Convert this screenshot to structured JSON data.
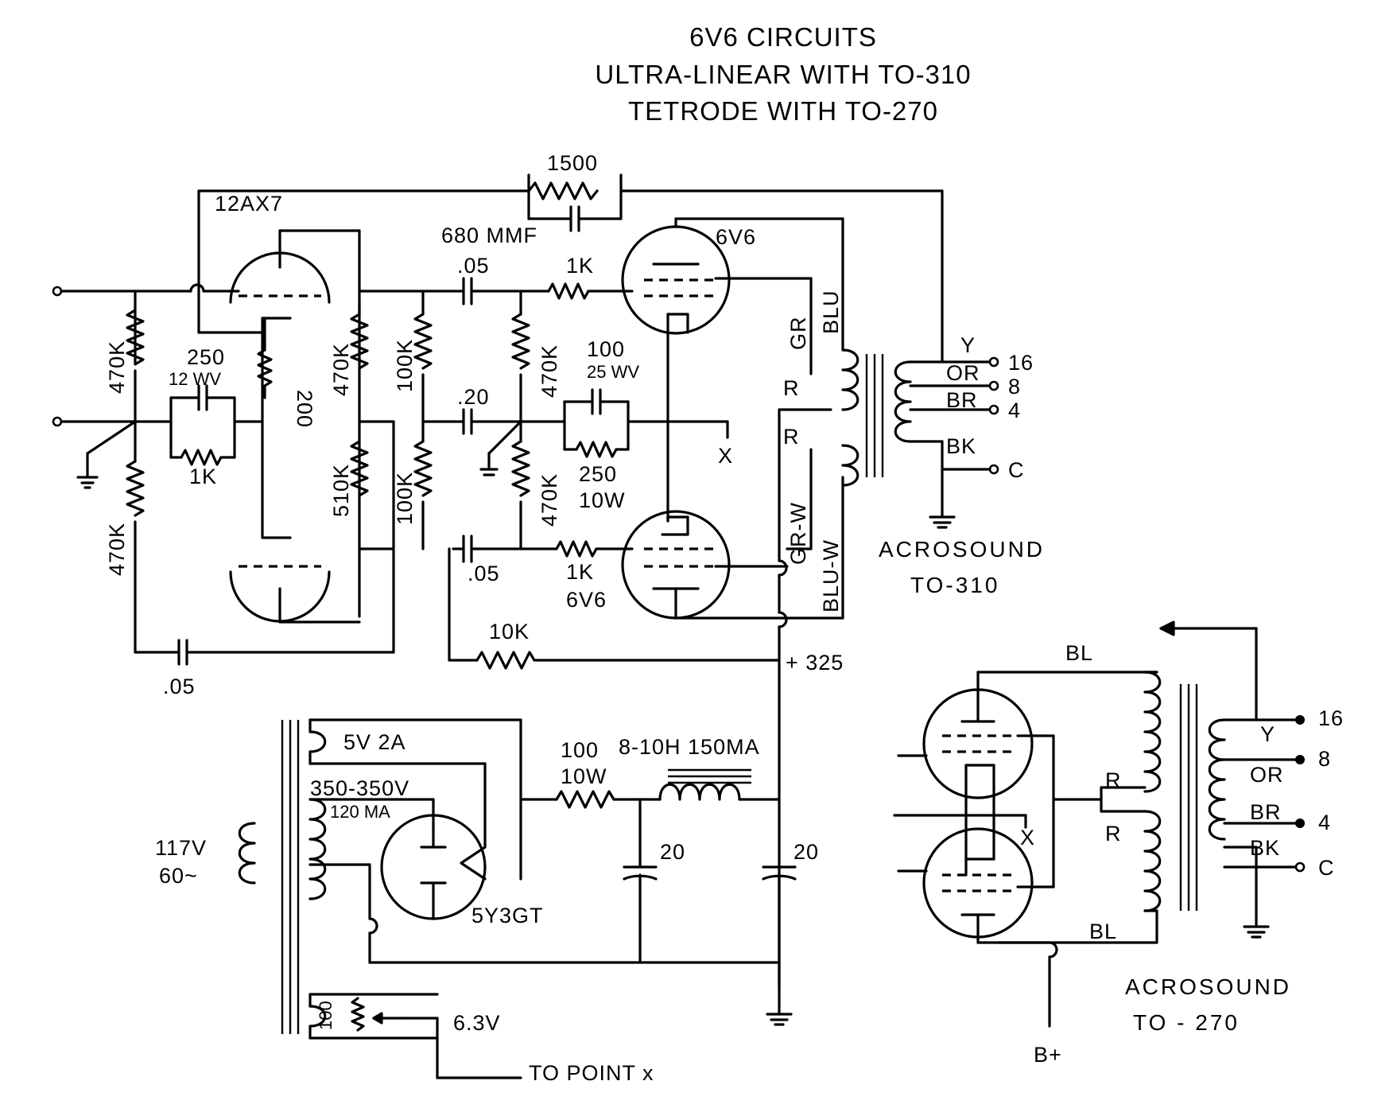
{
  "title": {
    "line1": "6V6 CIRCUITS",
    "line2": "ULTRA-LINEAR WITH TO-310",
    "line3": "TETRODE WITH TO-270"
  },
  "tubes": {
    "driver": "12AX7",
    "output_top": "6V6",
    "output_bottom": "6V6",
    "rectifier": "5Y3GT"
  },
  "components": {
    "fb_resistor": "1500",
    "fb_cap": "680 MMF",
    "coupling_top": ".05",
    "grid_r_top": "1K",
    "coupling_mid": ".20",
    "coupling_bottom": ".05",
    "grid_r_bottom": "1K",
    "r_470k_in_top": "470K",
    "r_470k_in_bottom": "470K",
    "r_470k_plate": "470K",
    "r_510k": "510K",
    "r_100k_top": "100K",
    "r_100k_bottom": "100K",
    "r_470k_grid_top": "470K",
    "r_470k_grid_bottom": "470K",
    "cath_cap_value": "250",
    "cath_cap_wv": "12 WV",
    "cath_r_1k": "1K",
    "cath_r_200": "200",
    "out_cap_value": "100",
    "out_cap_wv": "25 WV",
    "out_r_value": "250",
    "out_r_watts": "10W",
    "fb_10k": "10K",
    "bottom_cap": ".05",
    "b_plus": "+ 325",
    "point_x": "X",
    "psu_r_value": "100",
    "psu_r_watts": "10W",
    "choke": "8-10H 150MA",
    "filter_cap_1": "20",
    "filter_cap_2": "20"
  },
  "transformer_to310": {
    "leads": {
      "gr": "GR",
      "blu": "BLU",
      "r_top": "R",
      "r_bottom": "R",
      "gr_w": "GR-W",
      "blu_w": "BLU-W"
    },
    "taps": [
      {
        "color": "Y",
        "value": "16"
      },
      {
        "color": "OR",
        "value": "8"
      },
      {
        "color": "BR",
        "value": "4"
      },
      {
        "color": "BK",
        "value": "C"
      }
    ],
    "name_line1": "ACROSOUND",
    "name_line2": "TO-310"
  },
  "power_transformer": {
    "secondary_5v": "5V 2A",
    "secondary_hv": "350-350V",
    "secondary_hv_current": "120 MA",
    "primary_v": "117V",
    "primary_hz": "60~",
    "heater_v": "6.3V",
    "heater_pot": "100",
    "heater_note": "TO POINT x"
  },
  "transformer_to270": {
    "leads": {
      "bl_top": "BL",
      "r_top": "R",
      "r_bottom": "R",
      "bl_bottom": "BL",
      "x": "X",
      "b_plus": "B+"
    },
    "taps": [
      {
        "color": "Y",
        "value": "16"
      },
      {
        "color": "OR",
        "value": "8"
      },
      {
        "color": "BR",
        "value": "4"
      },
      {
        "color": "BK",
        "value": "C"
      }
    ],
    "name_line1": "ACROSOUND",
    "name_line2": "TO - 270"
  }
}
